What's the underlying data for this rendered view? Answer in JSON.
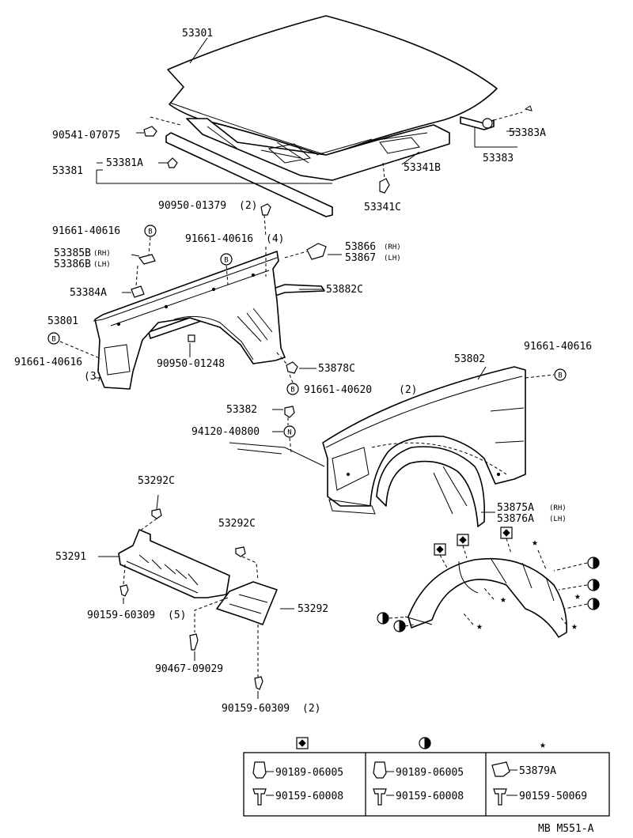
{
  "labels": {
    "hood": "53301",
    "hood_clip": "90541-07075",
    "seal_clip": "53381A",
    "seal": "53381",
    "hood_bracket_clip": "53383A",
    "hood_bracket": "53383",
    "hood_inner": "53341B",
    "hood_bumper": "53341C",
    "bolt_fender_top": "90950-01379",
    "bolt_fender_top_qty": "(2)",
    "nut_b_left": "91661-40616",
    "nut_b_mid": "91661-40616",
    "nut_b_mid_qty": "(4)",
    "bracket_rh": "53385B",
    "bracket_rh_side": "(RH)",
    "bracket_lh": "53386B",
    "bracket_lh_side": "(LH)",
    "cushion": "53384A",
    "fender_lh": "53801",
    "nut_b_lower": "91661-40616",
    "nut_b_lower_qty": "(3)",
    "seal_rh": "53866",
    "seal_rh_side": "(RH)",
    "seal_lh": "53867",
    "seal_lh_side": "(LH)",
    "fender_seal": "53882C",
    "plug": "90950-01248",
    "clip_c": "53878C",
    "nut_b_bottom": "91661-40620",
    "nut_b_bottom_qty": "(2)",
    "fender_rh": "53802",
    "nut_b_rh": "91661-40616",
    "screw_53382": "53382",
    "nut_n": "94120-40800",
    "liner_rh": "53875A",
    "liner_rh_side": "(RH)",
    "liner_lh": "53876A",
    "liner_lh_side": "(LH)",
    "screw_cover_a": "53292C",
    "cover_left": "53291",
    "screw_cover_b": "53292C",
    "cover_right": "53292",
    "bolt_cover_a": "90159-60309",
    "bolt_cover_a_qty": "(5)",
    "clip_cover": "90467-09029",
    "bolt_cover_b": "90159-60309",
    "bolt_cover_b_qty": "(2)"
  },
  "symbols": {
    "nut_b": "B",
    "nut_n": "N",
    "star": "★"
  },
  "legend": {
    "columns": [
      {
        "symbol": "square-diamond-icon",
        "top": "90189-06005",
        "bottom": "90159-60008"
      },
      {
        "symbol": "half-circle-icon",
        "top": "90189-06005",
        "bottom": "90159-60008"
      },
      {
        "symbol": "star-icon",
        "top": "53879A",
        "bottom": "90159-50069"
      }
    ]
  },
  "footer": {
    "code": "MB M551-A"
  }
}
